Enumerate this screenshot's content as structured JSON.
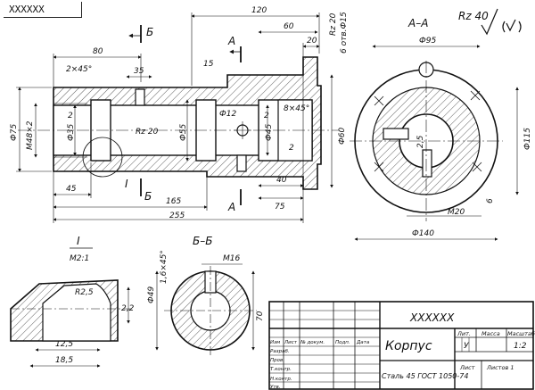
{
  "corner_code": "XXXXXX",
  "roughness_symbol": "Rz 40",
  "sections": {
    "aa": "А–А",
    "bb": "Б–Б",
    "detail": "I",
    "detail_scale": "М2:1"
  },
  "cut_marks": {
    "a": "А",
    "b": "Б",
    "i": "I"
  },
  "dims_main": {
    "d120": "120",
    "d60": "60",
    "d20a": "20",
    "d80": "80",
    "chamfer_2x45": "2×45°",
    "d35": "35",
    "d15": "15",
    "rz20_top": "Rz 20",
    "d6otv": "6 отв.Ф15",
    "phi75": "Ф75",
    "m48": "М48×2",
    "phi35": "Ф35",
    "rz20_mid": "Rz 20",
    "phi55": "Ф55",
    "phi12": "Ф12",
    "phi45": "Ф45",
    "chamfer_8x45": "8×45°",
    "phi60": "Ф60",
    "d2a": "2",
    "d2b": "2",
    "d2c": "2",
    "d45": "45",
    "d40": "40",
    "d165": "165",
    "d75": "75",
    "d255": "255"
  },
  "dims_aa": {
    "phi95": "Ф95",
    "phi115": "Ф115",
    "m20": "М20",
    "phi140": "Ф140",
    "d6": "6",
    "d2_5": "2,5"
  },
  "dims_detail": {
    "r2_5": "R2,5",
    "d2_2": "2,2",
    "d12_5": "12,5",
    "d18_5": "18,5"
  },
  "dims_bb": {
    "phi49": "Ф49",
    "chamfer": "1,6×45°",
    "m16": "М16",
    "d70": "70"
  },
  "title_block": {
    "doc_code": "XXXXXX",
    "part_name": "Корпус",
    "material": "Сталь 45 ГОСТ 1050-74",
    "col_headers": [
      "Изм",
      "Лист",
      "№ докум.",
      "Подп.",
      "Дата"
    ],
    "row_labels": [
      "Разраб.",
      "Пров.",
      "Т.контр.",
      "",
      "Н.контр.",
      "Утв."
    ],
    "lit_label": "Лит.",
    "mass_label": "Масса",
    "scale_label": "Масштаб",
    "lit_value": "У",
    "scale_value": "1:2",
    "sheet_label": "Лист",
    "sheets_label": "Листов 1"
  }
}
